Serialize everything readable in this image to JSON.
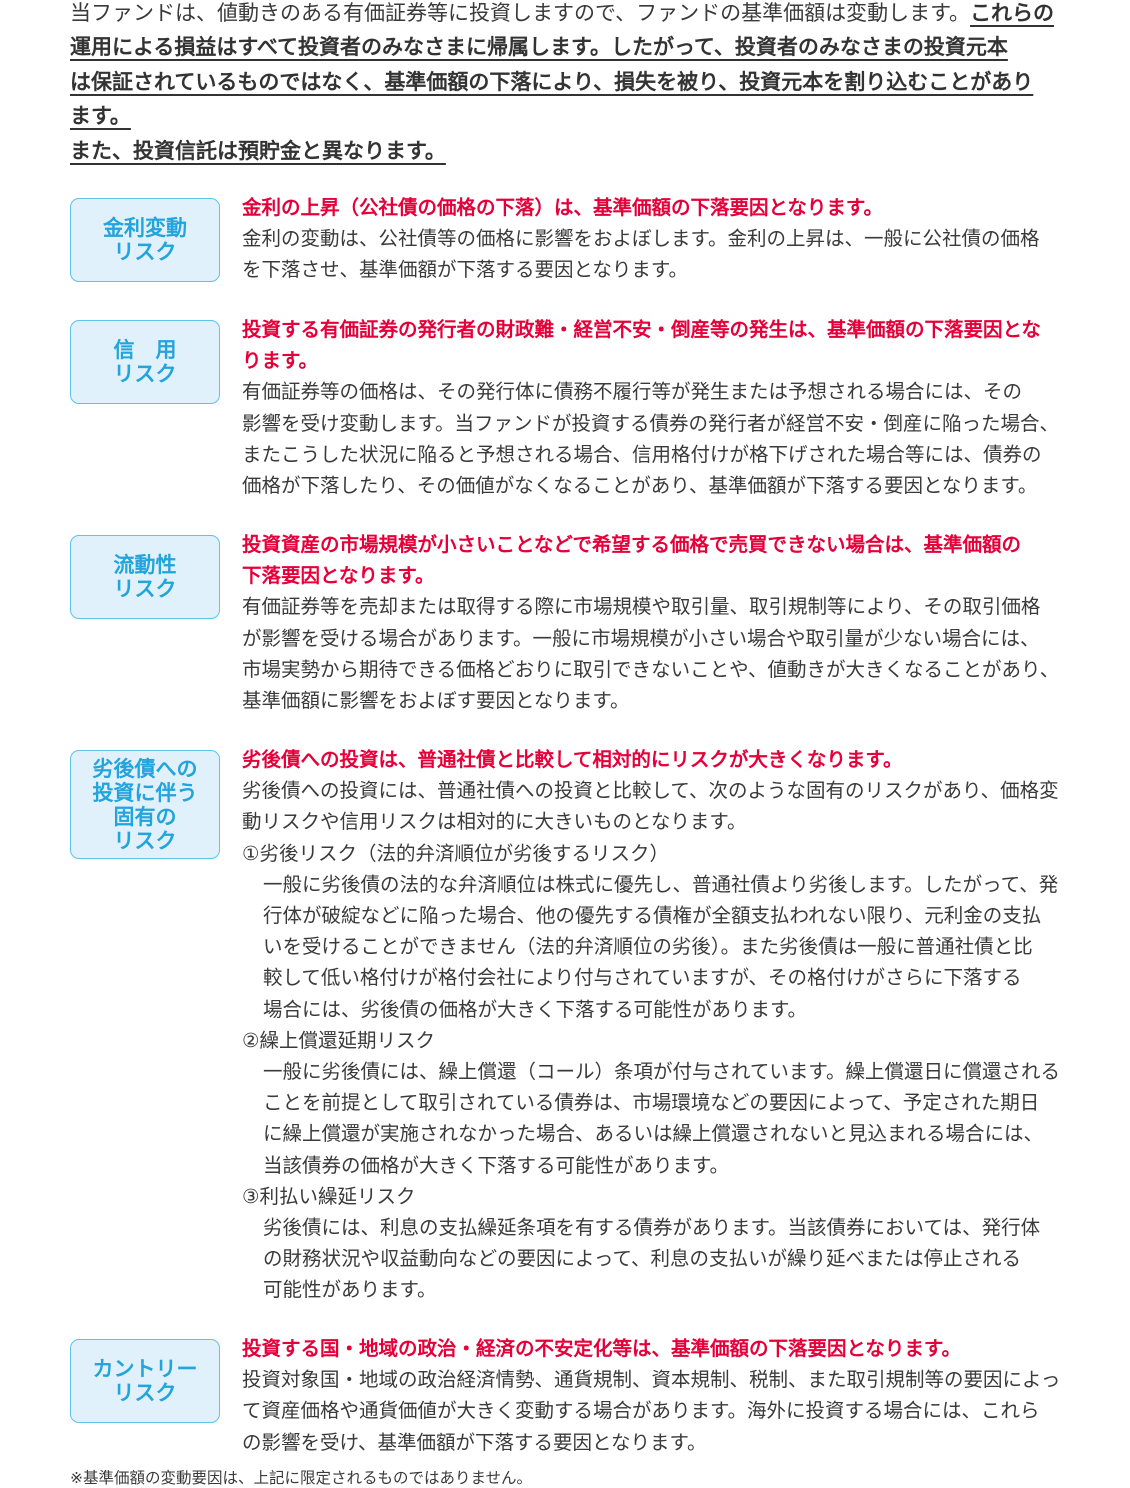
{
  "intro": {
    "lines": [
      {
        "plain": "当ファンドは、値動きのある有価証券等に投資しますので、ファンドの基準価額は変動します。",
        "under": "これらの"
      },
      {
        "plain": "",
        "under": "運用による損益はすべて投資者のみなさまに帰属します。したがって、投資者のみなさまの投資元本"
      },
      {
        "plain": "",
        "under": "は保証されているものではなく、基準価額の下落により、損失を被り、投資元本を割り込むことがあり"
      },
      {
        "plain": "",
        "under": "ます。"
      },
      {
        "plain": "",
        "under": "また、投資信託は預貯金と異なります。"
      }
    ]
  },
  "colors": {
    "red": "#e5003a",
    "label": "#22a4dc",
    "box_bg": "#e1f1fb",
    "box_border": "#5cc3ea",
    "text": "#3a3a3a"
  },
  "sections": [
    {
      "id": "interest-rate-risk",
      "label": [
        "金利変動",
        "リスク"
      ],
      "headline": [
        "金利の上昇（公社債の価格の下落）は、基準価額の下落要因となります。"
      ],
      "body": [
        {
          "t": "金利の変動は、公社債等の価格に影響をおよぼします。金利の上昇は、一般に公社債の価格"
        },
        {
          "t": "を下落させ、基準価額が下落する要因となります。"
        }
      ]
    },
    {
      "id": "credit-risk",
      "label": [
        "信　用",
        "リスク"
      ],
      "headline": [
        "投資する有価証券の発行者の財政難・経営不安・倒産等の発生は、基準価額の下落要因とな",
        "ります。"
      ],
      "body": [
        {
          "t": "有価証券等の価格は、その発行体に債務不履行等が発生または予想される場合には、その"
        },
        {
          "t": "影響を受け変動します。当ファンドが投資する債券の発行者が経営不安・倒産に陥った場合、"
        },
        {
          "t": "またこうした状況に陥ると予想される場合、信用格付けが格下げされた場合等には、債券の"
        },
        {
          "t": "価格が下落したり、その価値がなくなることがあり、基準価額が下落する要因となります。"
        }
      ]
    },
    {
      "id": "liquidity-risk",
      "label": [
        "流動性",
        "リスク"
      ],
      "headline": [
        "投資資産の市場規模が小さいことなどで希望する価格で売買できない場合は、基準価額の",
        "下落要因となります。"
      ],
      "body": [
        {
          "t": "有価証券等を売却または取得する際に市場規模や取引量、取引規制等により、その取引価格"
        },
        {
          "t": "が影響を受ける場合があります。一般に市場規模が小さい場合や取引量が少ない場合には、"
        },
        {
          "t": "市場実勢から期待できる価格どおりに取引できないことや、値動きが大きくなることがあり、"
        },
        {
          "t": "基準価額に影響をおよぼす要因となります。"
        }
      ]
    },
    {
      "id": "subordinated-bond-risk",
      "label": [
        "劣後債への",
        "投資に伴う",
        "固有の",
        "リスク"
      ],
      "headline": [
        "劣後債への投資は、普通社債と比較して相対的にリスクが大きくなります。"
      ],
      "body": [
        {
          "t": "劣後債への投資には、普通社債への投資と比較して、次のような固有のリスクがあり、価格変"
        },
        {
          "t": "動リスクや信用リスクは相対的に大きいものとなります。"
        },
        {
          "t": "①劣後リスク（法的弁済順位が劣後するリスク）"
        },
        {
          "t": "一般に劣後債の法的な弁済順位は株式に優先し、普通社債より劣後します。したがって、発",
          "ind": true
        },
        {
          "t": "行体が破綻などに陥った場合、他の優先する債権が全額支払われない限り、元利金の支払",
          "ind": true
        },
        {
          "t": "いを受けることができません（法的弁済順位の劣後）。また劣後債は一般に普通社債と比",
          "ind": true
        },
        {
          "t": "較して低い格付けが格付会社により付与されていますが、その格付けがさらに下落する",
          "ind": true
        },
        {
          "t": "場合には、劣後債の価格が大きく下落する可能性があります。",
          "ind": true
        },
        {
          "t": "②繰上償還延期リスク"
        },
        {
          "t": "一般に劣後債には、繰上償還（コール）条項が付与されています。繰上償還日に償還される",
          "ind": true
        },
        {
          "t": "ことを前提として取引されている債券は、市場環境などの要因によって、予定された期日",
          "ind": true
        },
        {
          "t": "に繰上償還が実施されなかった場合、あるいは繰上償還されないと見込まれる場合には、",
          "ind": true
        },
        {
          "t": "当該債券の価格が大きく下落する可能性があります。",
          "ind": true
        },
        {
          "t": "③利払い繰延リスク"
        },
        {
          "t": "劣後債には、利息の支払繰延条項を有する債券があります。当該債券においては、発行体",
          "ind": true
        },
        {
          "t": "の財務状況や収益動向などの要因によって、利息の支払いが繰り延べまたは停止される",
          "ind": true
        },
        {
          "t": "可能性があります。",
          "ind": true
        }
      ]
    },
    {
      "id": "country-risk",
      "label": [
        "カントリー",
        "リスク"
      ],
      "headline": [
        "投資する国・地域の政治・経済の不安定化等は、基準価額の下落要因となります。"
      ],
      "body": [
        {
          "t": "投資対象国・地域の政治経済情勢、通貨規制、資本規制、税制、また取引規制等の要因によっ"
        },
        {
          "t": "て資産価格や通貨価値が大きく変動する場合があります。海外に投資する場合には、これら"
        },
        {
          "t": "の影響を受け、基準価額が下落する要因となります。"
        }
      ]
    }
  ],
  "footnote": "※基準価額の変動要因は、上記に限定されるものではありません。"
}
